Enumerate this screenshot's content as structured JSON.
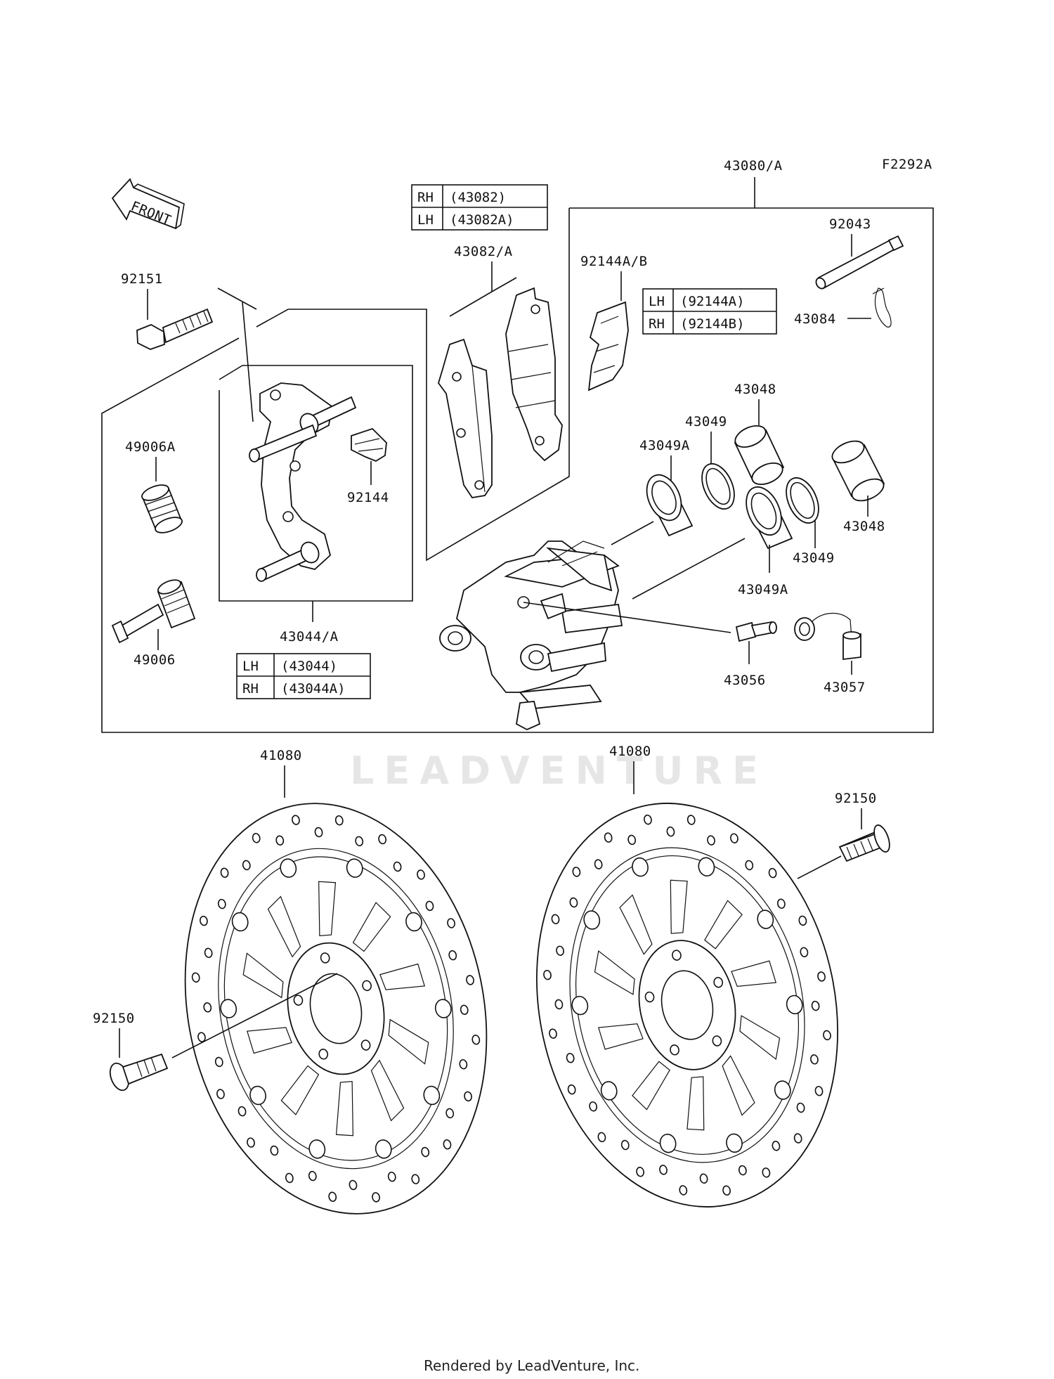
{
  "diagram_code": "F2292A",
  "front_arrow_label": "FRONT",
  "watermark": "LEADVENTURE",
  "footer": "Rendered by LeadVenture, Inc.",
  "callouts": {
    "c43080A": "43080/A",
    "c92151": "92151",
    "c43082A": "43082/A",
    "c92144AB": "92144A/B",
    "c92043": "92043",
    "c43084": "43084",
    "c43048_top": "43048",
    "c43049_top": "43049",
    "c43049A_top": "43049A",
    "c49006A": "49006A",
    "c92144": "92144",
    "c43048_right": "43048",
    "c43049_right": "43049",
    "c43049A_bottom": "43049A",
    "c49006": "49006",
    "c43044A": "43044/A",
    "c43056": "43056",
    "c43057": "43057",
    "c41080_left": "41080",
    "c41080_right": "41080",
    "c92150_right": "92150",
    "c92150_left": "92150"
  },
  "tables": {
    "pads": [
      {
        "side": "RH",
        "part": "(43082)"
      },
      {
        "side": "LH",
        "part": "(43082A)"
      }
    ],
    "spring": [
      {
        "side": "LH",
        "part": "(92144A)"
      },
      {
        "side": "RH",
        "part": "(92144B)"
      }
    ],
    "bracket": [
      {
        "side": "LH",
        "part": "(43044)"
      },
      {
        "side": "RH",
        "part": "(43044A)"
      }
    ]
  }
}
